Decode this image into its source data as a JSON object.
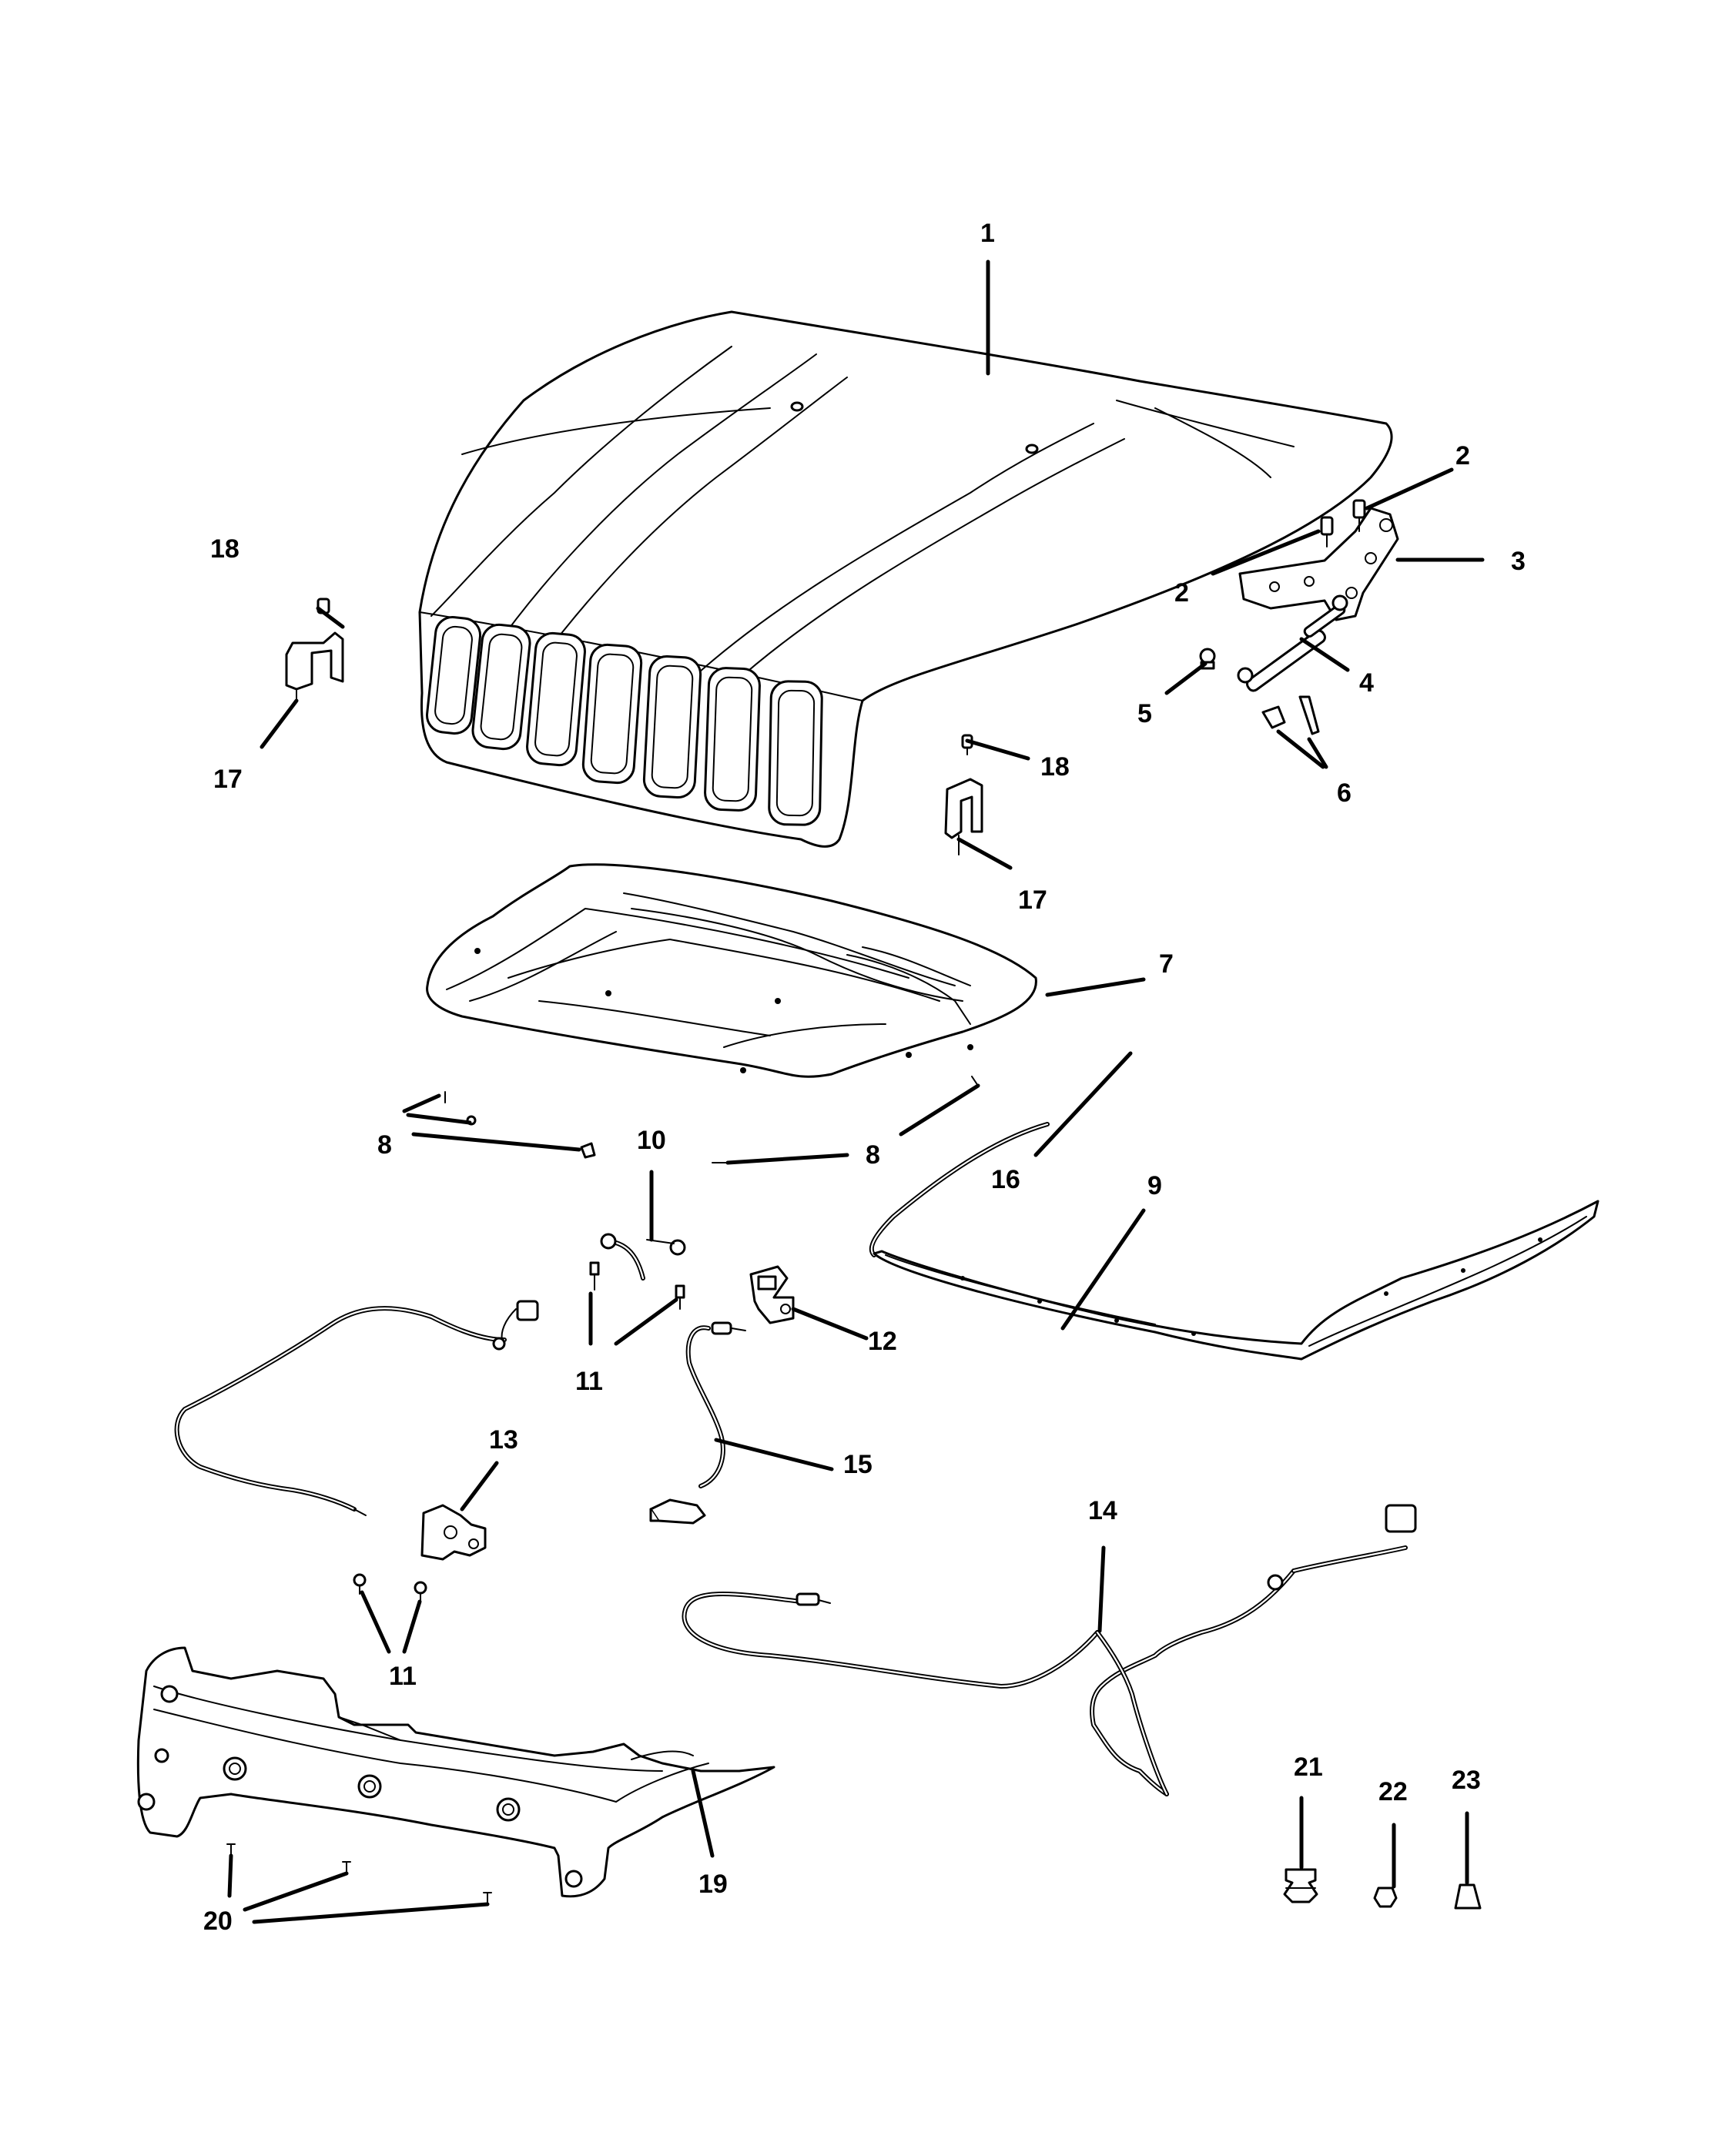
{
  "callouts": {
    "c1": "1",
    "c2a": "2",
    "c2b": "2",
    "c3": "3",
    "c4": "4",
    "c5": "5",
    "c6": "6",
    "c7": "7",
    "c8a": "8",
    "c8b": "8",
    "c9": "9",
    "c10": "10",
    "c11a": "11",
    "c11b": "11",
    "c12": "12",
    "c13": "13",
    "c14": "14",
    "c15": "15",
    "c16": "16",
    "c17a": "17",
    "c17b": "17",
    "c18a": "18",
    "c18b": "18",
    "c19": "19",
    "c20": "20",
    "c21": "21",
    "c22": "22",
    "c23": "23"
  }
}
